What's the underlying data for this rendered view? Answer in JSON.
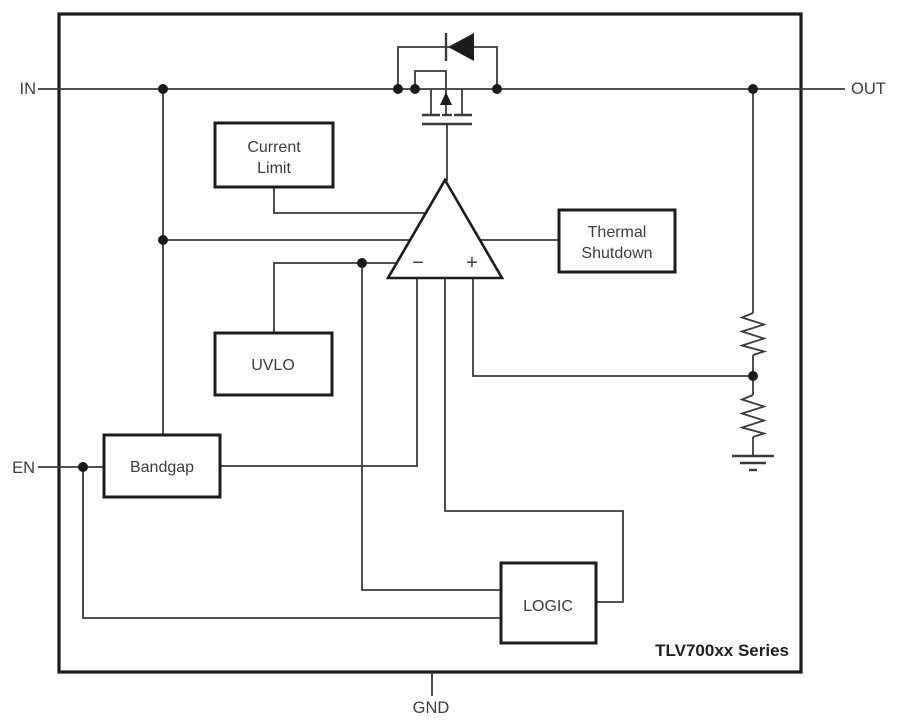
{
  "diagram": {
    "series_label": "TLV700xx Series",
    "pins": {
      "in": "IN",
      "out": "OUT",
      "en": "EN",
      "gnd": "GND"
    },
    "blocks": {
      "current_limit": {
        "line1": "Current",
        "line2": "Limit"
      },
      "uvlo": {
        "label": "UVLO"
      },
      "thermal_shutdown": {
        "line1": "Thermal",
        "line2": "Shutdown"
      },
      "bandgap": {
        "label": "Bandgap"
      },
      "logic": {
        "label": "LOGIC"
      }
    },
    "error_amplifier": {
      "inverting_input": "−",
      "noninverting_input": "+"
    },
    "symbols": [
      "pmos-pass-transistor-icon",
      "body-diode-icon",
      "resistor-divider-icon",
      "ground-icon"
    ],
    "colors": {
      "wire": "#3a3a3a",
      "outline": "#1c1c1c",
      "text": "#3c3c3c",
      "background": "#ffffff"
    }
  }
}
